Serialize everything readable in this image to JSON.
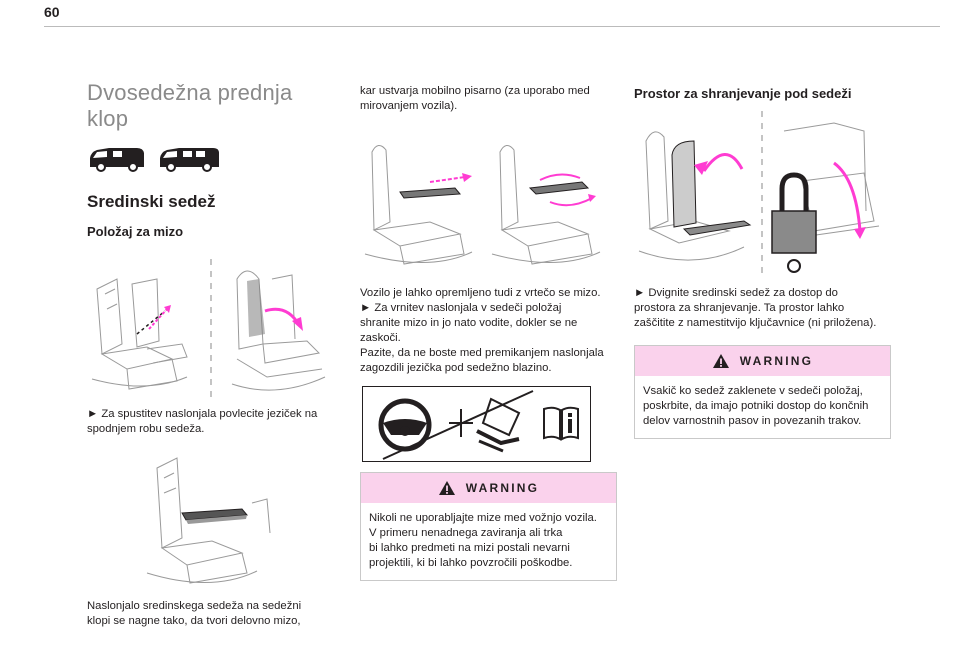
{
  "page": {
    "number": "60"
  },
  "colors": {
    "accent_magenta": "#ff3cd2",
    "warning_bg": "#fad2ec",
    "title_grey": "#8a8a8a"
  },
  "col1": {
    "main_title": "Dvosedežna prednja klop",
    "vehicle_icons": [
      "van-icon",
      "van-long-icon"
    ],
    "section_title": "Sredinski sedež",
    "sub_title": "Položaj za mizo",
    "text1_line1": "► Za spustitev naslonjala povlecite jeziček na",
    "text1_line2": "spodnjem robu sedeža.",
    "text2_line1": "Naslonjalo sredinskega sedeža na sedežni",
    "text2_line2": "klopi se nagne tako, da tvori delovno mizo,"
  },
  "col2": {
    "text1_line1": "kar ustvarja mobilno pisarno (za uporabo med",
    "text1_line2": "mirovanjem vozila).",
    "text2_lines": [
      "Vozilo je lahko opremljeno tudi z vrtečo se mizo.",
      "► Za vrnitev naslonjala v sedeči položaj",
      "shranite mizo in jo nato vodite, dokler se ne",
      "zaskoči.",
      "Pazite, da ne boste med premikanjem naslonjala",
      "zagozdili jezička pod sedežno blazino."
    ],
    "warning": {
      "label": "WARNING",
      "lines": [
        "Nikoli ne uporabljajte mize med vožnjo vozila.",
        "V primeru nenadnega zaviranja ali trka",
        "bi lahko predmeti na mizi postali nevarni",
        "projektili, ki bi lahko povzročili poškodbe."
      ]
    }
  },
  "col3": {
    "section_title": "Prostor za shranjevanje pod sedeži",
    "text_lines": [
      "► Dvignite sredinski sedež za dostop do",
      "prostora za shranjevanje. Ta prostor lahko",
      "zaščitite z namestitvijo ključavnice (ni priložena)."
    ],
    "warning": {
      "label": "WARNING",
      "lines": [
        "Vsakič ko sedež zaklenete v sedeči položaj,",
        "poskrbite, da imajo potniki dostop do končnih",
        "delov varnostnih pasov in povezanih trakov."
      ]
    }
  }
}
